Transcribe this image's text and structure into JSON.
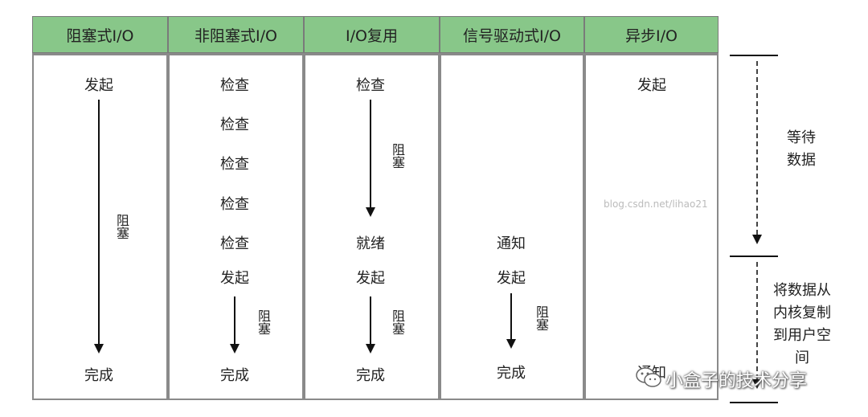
{
  "headers": [
    "阻塞式I/O",
    "非阻塞式I/O",
    "I/O复用",
    "信号驱动式I/O",
    "异步I/O"
  ],
  "columns": {
    "blocking": {
      "start": "发起",
      "block": "阻塞",
      "done": "完成"
    },
    "nonblocking": {
      "checks": [
        "检查",
        "检查",
        "检查",
        "检查",
        "检查"
      ],
      "start": "发起",
      "block": "阻塞",
      "done": "完成"
    },
    "multiplex": {
      "check": "检查",
      "block1": "阻塞",
      "ready": "就绪",
      "start": "发起",
      "block2": "阻塞",
      "done": "完成"
    },
    "signal": {
      "notify": "通知",
      "start": "发起",
      "block": "阻塞",
      "done": "完成"
    },
    "async": {
      "start": "发起",
      "notify": "通知"
    }
  },
  "phases": {
    "wait": [
      "等待",
      "数据"
    ],
    "copy": [
      "将数据从",
      "内核复制",
      "到用户空",
      "间"
    ]
  },
  "watermark": "blog.csdn.net/lihao21",
  "brand": "小盒子的技术分享"
}
